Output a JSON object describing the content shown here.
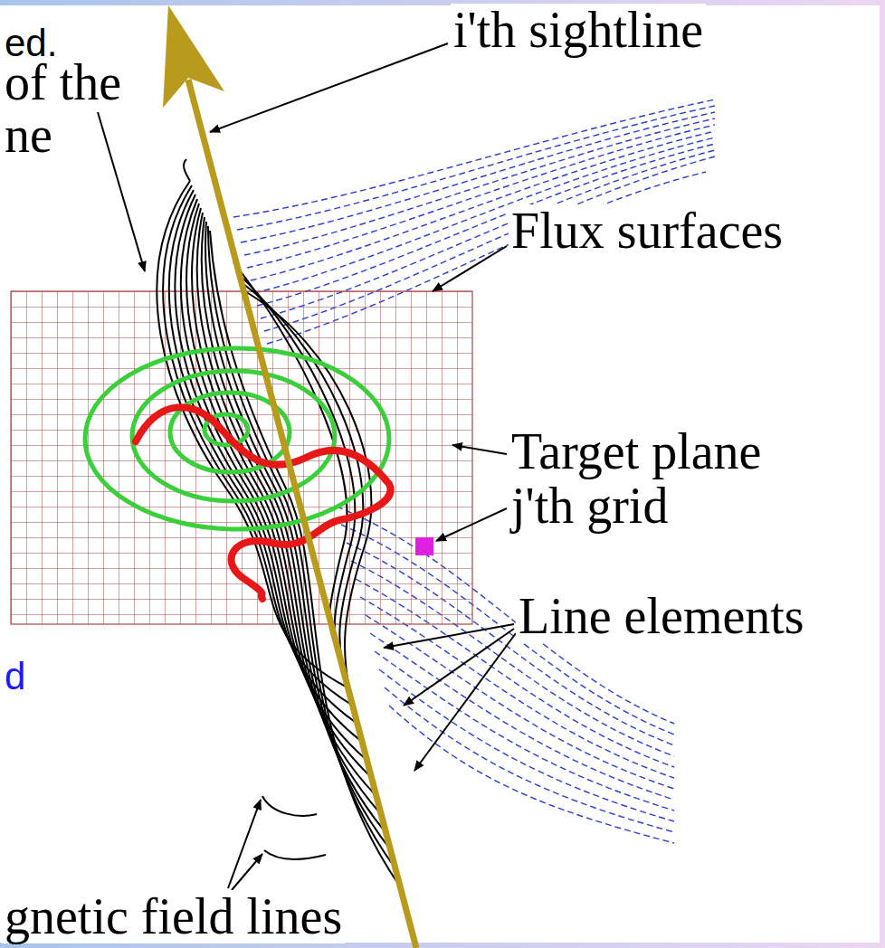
{
  "diagram": {
    "labels": [
      "i'th sightline",
      "ed.",
      "of the",
      "ne",
      "Flux surfaces",
      "Target plane",
      "j'th grid",
      "Line elements",
      "d",
      "gnetic field lines"
    ]
  }
}
